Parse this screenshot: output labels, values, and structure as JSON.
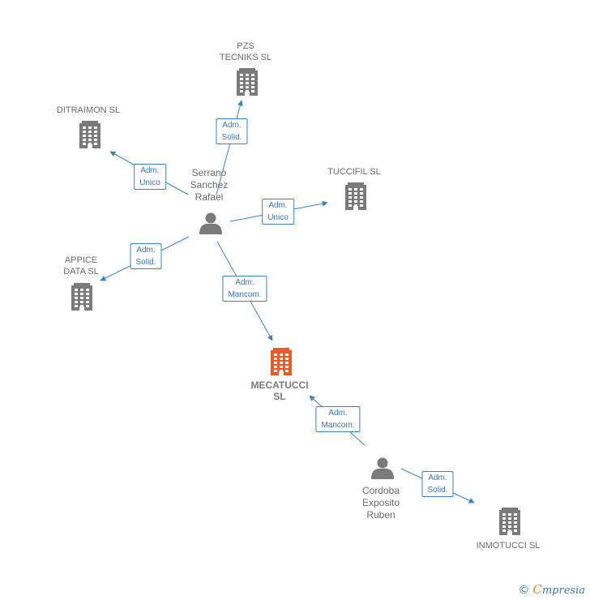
{
  "nodes": [
    {
      "id": "pzs",
      "type": "company",
      "label": "PZS\nTECNIKS  SL",
      "color": "#7a7a7a"
    },
    {
      "id": "ditraimon",
      "type": "company",
      "label": "DITRAIMON SL",
      "color": "#7a7a7a"
    },
    {
      "id": "tuccifil",
      "type": "company",
      "label": "TUCCIFIL SL",
      "color": "#7a7a7a"
    },
    {
      "id": "appice",
      "type": "company",
      "label": "APPICE\nDATA  SL",
      "color": "#7a7a7a"
    },
    {
      "id": "mecatucci",
      "type": "company",
      "label": "MECATUCCI\nSL",
      "color": "#f05a22",
      "main": true
    },
    {
      "id": "inmotucci",
      "type": "company",
      "label": "INMOTUCCI  SL",
      "color": "#7a7a7a"
    },
    {
      "id": "serrano",
      "type": "person",
      "label": "Serrano\nSanchez\nRafael",
      "color": "#7a7a7a"
    },
    {
      "id": "cordoba",
      "type": "person",
      "label": "Cordoba\nExposito\nRuben",
      "color": "#7a7a7a"
    }
  ],
  "edges": [
    {
      "from": "serrano",
      "to": "pzs",
      "label": "Adm.\nSolid."
    },
    {
      "from": "serrano",
      "to": "ditraimon",
      "label": "Adm.\nUnico"
    },
    {
      "from": "serrano",
      "to": "tuccifil",
      "label": "Adm.\nUnico"
    },
    {
      "from": "serrano",
      "to": "appice",
      "label": "Adm.\nSolid."
    },
    {
      "from": "serrano",
      "to": "mecatucci",
      "label": "Adm.\nMancom."
    },
    {
      "from": "cordoba",
      "to": "mecatucci",
      "label": "Adm.\nMancom."
    },
    {
      "from": "cordoba",
      "to": "inmotucci",
      "label": "Adm.\nSolid."
    }
  ],
  "footer": {
    "copyright": "©",
    "brand_initial": "C",
    "brand_rest": "mpresia"
  },
  "colors": {
    "edge": "#3b82c4",
    "company": "#7a7a7a",
    "main_company": "#f05a22",
    "person": "#7a7a7a"
  }
}
